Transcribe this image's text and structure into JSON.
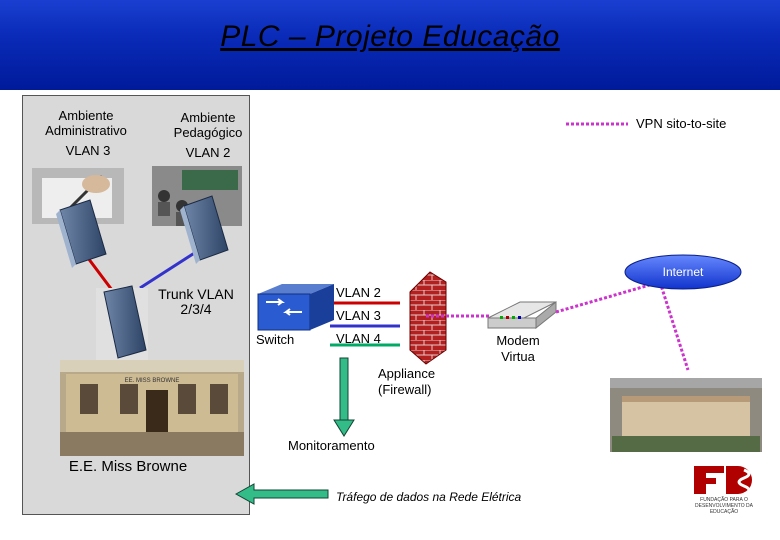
{
  "title": "PLC – Projeto Educação",
  "school": {
    "admin_label": "Ambiente Administrativo",
    "ped_label": "Ambiente Pedagógico",
    "admin_vlan": "VLAN 3",
    "ped_vlan": "VLAN 2",
    "name": "E.E. Miss Browne",
    "building_sign": "EE. MISS BROWNE"
  },
  "network": {
    "trunk_label": "Trunk VLAN 2/3/4",
    "switch_label": "Switch",
    "vlans": [
      "VLAN 2",
      "VLAN 3",
      "VLAN 4"
    ],
    "firewall_label": "Appliance (Firewall)",
    "modem_label": "Modem Virtua",
    "internet_label": "Internet",
    "monitor_label": "Monitoramento",
    "traffic_label": "Tráfego de dados na Rede Elétrica"
  },
  "legend": {
    "vpn_label": "VPN sito-to-site"
  },
  "logo": {
    "letters": "FDE",
    "caption": "FUNDAÇÃO PARA O DESENVOLVIMENTO DA EDUCAÇÃO"
  },
  "colors": {
    "header": "#0a2bb8",
    "vpn": "#cc33cc",
    "vlan_red": "#cc0000",
    "vlan_blue": "#3333cc",
    "vlan_green": "#00aa66",
    "arrow_green": "#33bb88",
    "cloud": "#2a55e0"
  }
}
